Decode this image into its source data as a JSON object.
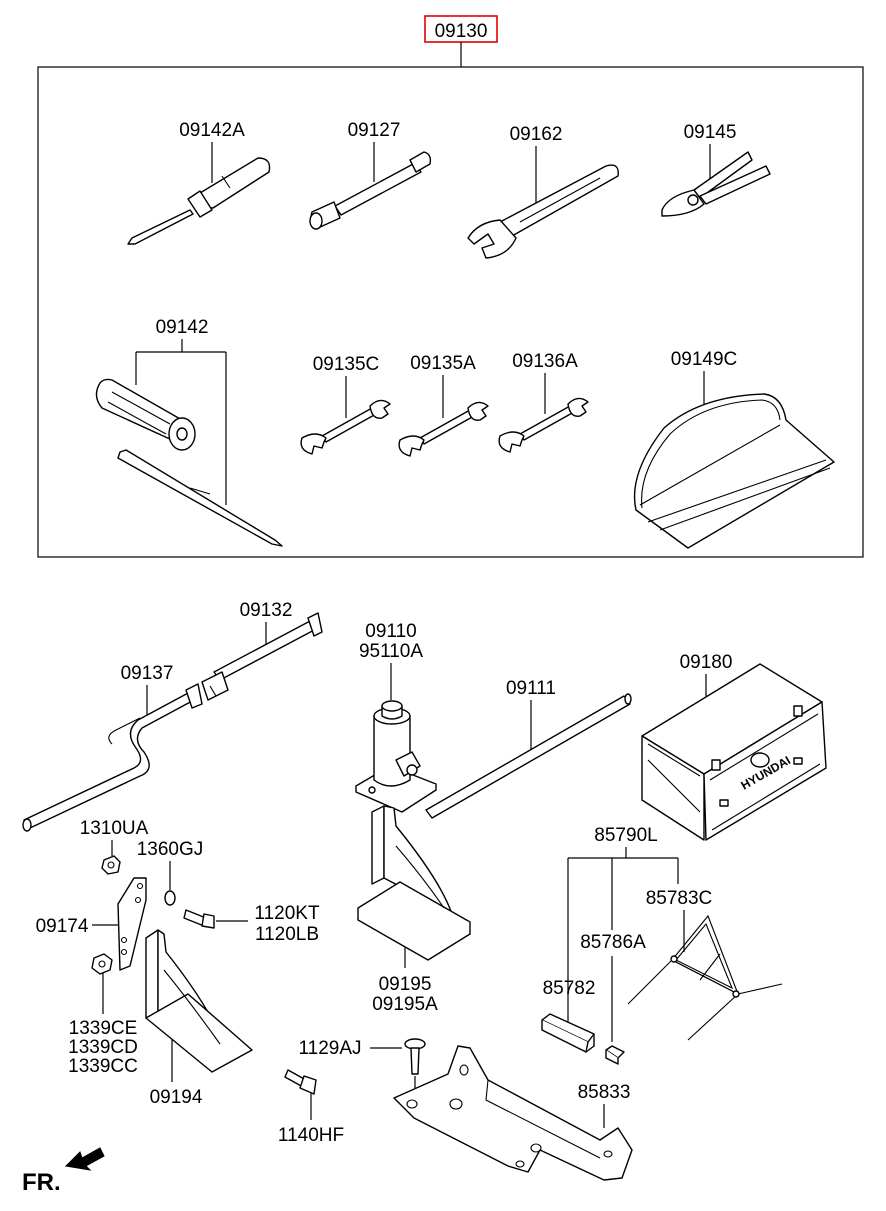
{
  "diagram": {
    "top_part": "09130",
    "kit_parts": {
      "p09142A": "09142A",
      "p09127": "09127",
      "p09162": "09162",
      "p09145": "09145",
      "p09142": "09142",
      "p09135C": "09135C",
      "p09135A": "09135A",
      "p09136A": "09136A",
      "p09149C": "09149C"
    },
    "loose_parts": {
      "p09132": "09132",
      "p09137": "09137",
      "p09110": "09110",
      "p95110A": "95110A",
      "p09111": "09111",
      "p09180": "09180",
      "p1310UA": "1310UA",
      "p1360GJ": "1360GJ",
      "p09174": "09174",
      "p1120KT": "1120KT",
      "p1120LB": "1120LB",
      "p09195": "09195",
      "p09195A": "09195A",
      "p85790L": "85790L",
      "p85783C": "85783C",
      "p85786A": "85786A",
      "p85782": "85782",
      "p1339CE": "1339CE",
      "p1339CD": "1339CD",
      "p1339CC": "1339CC",
      "p09194": "09194",
      "p1129AJ": "1129AJ",
      "p85833": "85833",
      "p1140HF": "1140HF"
    },
    "box_brand": "HYUNDAI",
    "direction_label": "FR.",
    "highlight_color": "#e00000"
  }
}
